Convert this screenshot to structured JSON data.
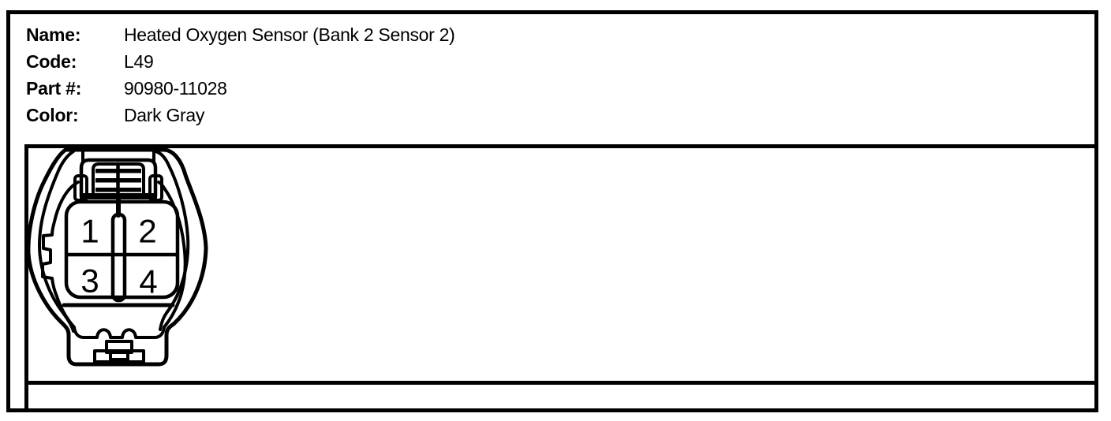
{
  "page": {
    "background": "#ffffff",
    "line_color": "#000000"
  },
  "header": {
    "fields": [
      {
        "label": "Name:",
        "value": "Heated Oxygen Sensor (Bank 2 Sensor 2)"
      },
      {
        "label": "Code:",
        "value": "L49"
      },
      {
        "label": "Part #:",
        "value": "90980-11028"
      },
      {
        "label": "Color:",
        "value": "Dark Gray"
      }
    ]
  },
  "connector": {
    "diagram_name": "4-pin-oxygen-sensor-connector-front-view",
    "pins": [
      "1",
      "2",
      "3",
      "4"
    ]
  }
}
